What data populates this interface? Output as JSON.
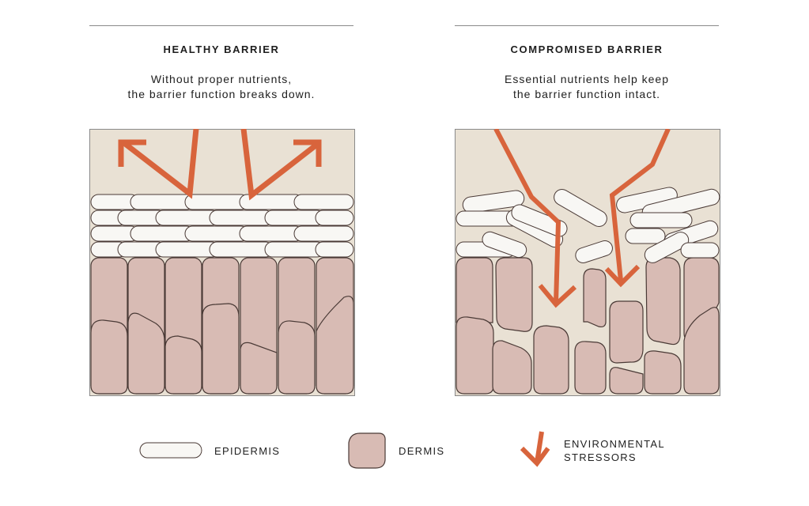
{
  "colors": {
    "background": "#e9e1d4",
    "epidermis_fill": "#f8f7f4",
    "dermis_fill": "#d8bbb4",
    "outline": "#4a3a36",
    "stressor": "#d8643c",
    "rule": "#8a8a8a"
  },
  "panels": [
    {
      "title": "HEALTHY BARRIER",
      "subtitle_line1": "Without proper nutrients,",
      "subtitle_line2": "the barrier function breaks down."
    },
    {
      "title": "COMPROMISED BARRIER",
      "subtitle_line1": "Essential nutrients help keep",
      "subtitle_line2": "the barrier function intact."
    }
  ],
  "legend": {
    "epidermis": "EPIDERMIS",
    "dermis": "DERMIS",
    "stressors_line1": "ENVIRONMENTAL",
    "stressors_line2": "STRESSORS",
    "epidermis_icon": "epidermis-cell-icon",
    "dermis_icon": "dermis-cell-icon",
    "stressors_icon": "stressor-arrow-icon"
  }
}
